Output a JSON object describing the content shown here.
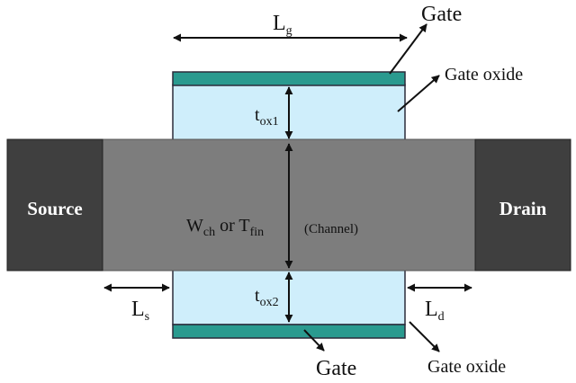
{
  "labels": {
    "lg_main": "L",
    "lg_sub": "g",
    "gate_top": "Gate",
    "gate_oxide_top": "Gate oxide",
    "tox1_main": "t",
    "tox1_sub": "ox1",
    "tox2_main": "t",
    "tox2_sub": "ox2",
    "source": "Source",
    "drain": "Drain",
    "wch_main": "W",
    "wch_sub": "ch",
    "wch_or": " or T",
    "tfin_sub": "fin",
    "channel": "(Channel)",
    "ls_main": "L",
    "ls_sub": "s",
    "ld_main": "L",
    "ld_sub": "d",
    "gate_bottom": "Gate",
    "gate_oxide_bottom": "Gate oxide"
  },
  "colors": {
    "gate": "#2a9a8f",
    "oxide": "#cfeefb",
    "channel": "#7d7d7d",
    "source_drain": "#3f3f3f",
    "outline": "#2b2b3a"
  }
}
